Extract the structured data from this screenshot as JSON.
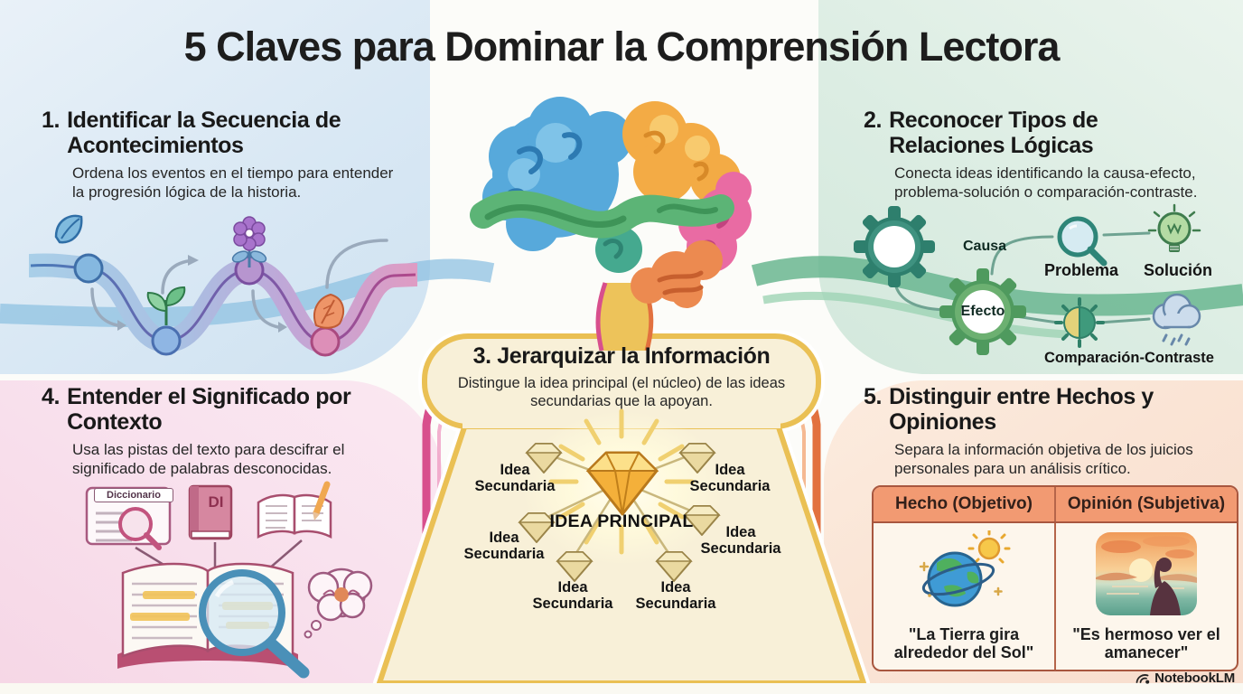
{
  "title": "5 Claves para Dominar la Comprensión Lectora",
  "sections": {
    "seq": {
      "number": "1.",
      "heading": "Identificar la Secuencia de Acontecimientos",
      "body": "Ordena los eventos en el tiempo para entender la progresión lógica de la historia."
    },
    "logic": {
      "number": "2.",
      "heading": "Reconocer Tipos de Relaciones Lógicas",
      "body": "Conecta ideas identificando la causa-efecto, problema-solución o comparación-contraste.",
      "gear_causa": "Causa",
      "gear_efecto": "Efecto",
      "label_problema": "Problema",
      "label_solucion": "Solución",
      "label_comparacion": "Comparación-Contraste"
    },
    "hierarchy": {
      "number": "3.",
      "heading": "Jerarquizar la Información",
      "body": "Distingue la idea principal (el núcleo) de las ideas secundarias que la apoyan.",
      "main_idea": "IDEA PRINCIPAL",
      "secondary_idea": "Idea Secundaria"
    },
    "context": {
      "number": "4.",
      "heading": "Entender el Significado por Contexto",
      "body": "Usa las pistas del texto para descifrar el significado de palabras desconocidas.",
      "dictionary_label": "Diccionario",
      "book_spine": "DI"
    },
    "facts": {
      "number": "5.",
      "heading": "Distinguir entre Hechos y Opiniones",
      "body": "Separa la información objetiva de los juicios personales para un análisis crítico.",
      "table": {
        "col1_header": "Hecho (Objetivo)",
        "col2_header": "Opinión (Subjetiva)",
        "col1_example": "\"La Tierra gira alrededor del Sol\"",
        "col2_example": "\"Es hermoso ver el amanecer\""
      }
    }
  },
  "footer": {
    "brand": "NotebookLM"
  },
  "icons": {
    "brain-illustration": "colorful cartoon brain",
    "timeline-path-icon": "winding growth path with nodes",
    "leaf-icon": "leaf",
    "sprout-icon": "sprout",
    "flower-icon": "flower",
    "autumn-leaf-icon": "autumn leaf",
    "gear-causa-icon": "gear",
    "gear-efecto-icon": "gear",
    "magnifier-icon": "magnifying glass",
    "lightbulb-icon": "light bulb",
    "contrast-sun-icon": "half-toned sun",
    "rain-cloud-icon": "rain cloud",
    "diamond-icon": "gem diamond",
    "dictionary-page-icon": "dictionary page with magnifier",
    "dictionary-book-icon": "closed dictionary book",
    "open-book-pencil-icon": "open book with pencil",
    "open-book-magnifier-icon": "open book with magnifying glass",
    "thought-bubble-icon": "thought bubble",
    "earth-orbit-icon": "earth with orbit and sun",
    "sunrise-icon": "person watching sunrise",
    "notebooklm-logo-icon": "concentric arcs logo"
  },
  "colors": {
    "panel_blue": "#d8e7f3",
    "panel_green": "#dcede3",
    "panel_pink": "#f6d9e7",
    "panel_peach": "#f9e0d2",
    "trunk_cream": "#f8f0d8",
    "trunk_gold": "#eac054",
    "ribbon_magenta": "#d84f8d",
    "ribbon_orange": "#e2713f",
    "ribbon_green": "#66b48c",
    "ribbon_blue": "#8cc0e4",
    "gear_teal": "#2e7f6d",
    "gear_green": "#5aa768",
    "table_header": "#f29a72",
    "table_border": "#a8573f",
    "diamond_gold": "#f5b93e",
    "text_dark": "#1c1c1c"
  }
}
